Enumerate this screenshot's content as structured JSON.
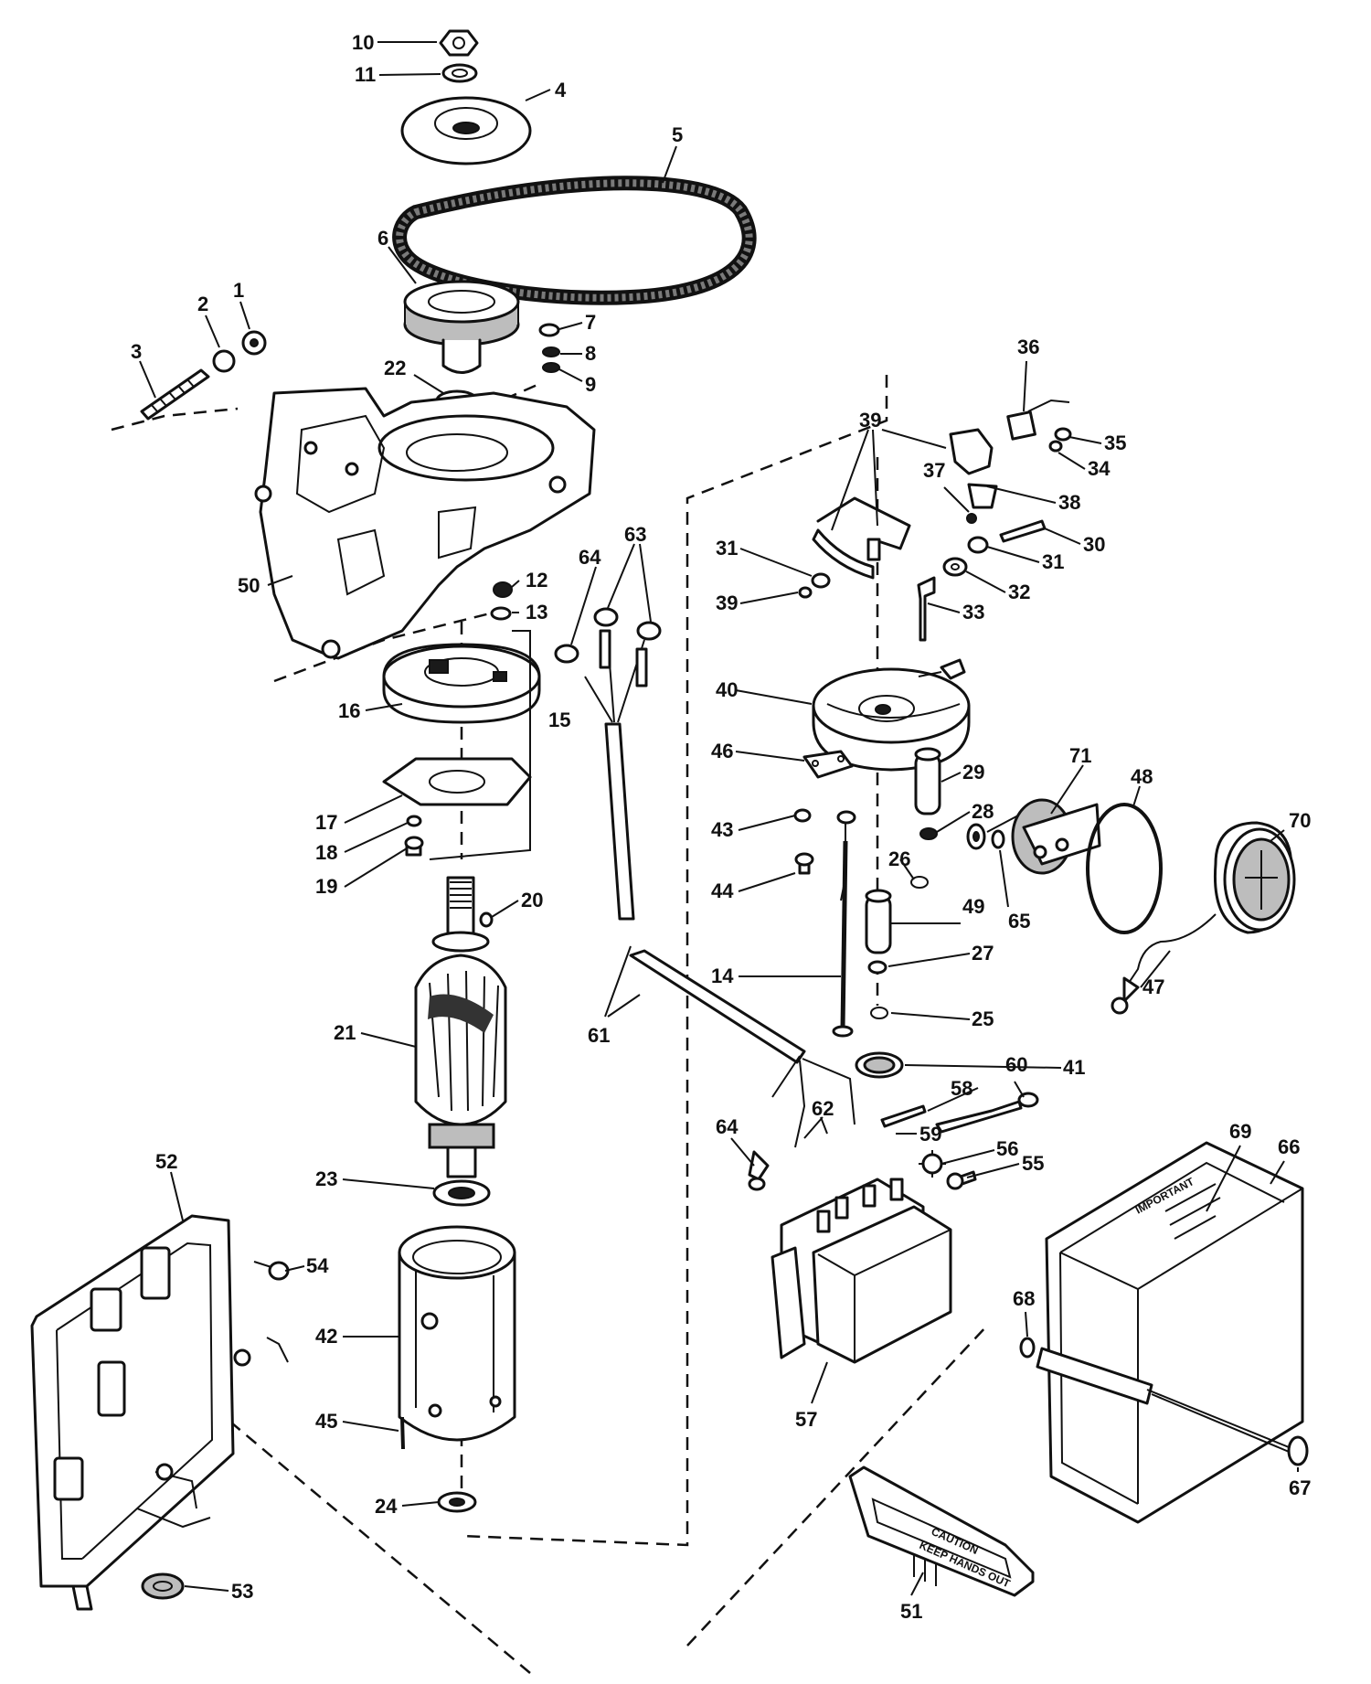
{
  "diagram": {
    "labels": [
      "1",
      "2",
      "3",
      "4",
      "5",
      "6",
      "7",
      "8",
      "9",
      "10",
      "11",
      "12",
      "13",
      "14",
      "15",
      "16",
      "17",
      "18",
      "19",
      "20",
      "21",
      "22",
      "23",
      "24",
      "25",
      "26",
      "27",
      "28",
      "29",
      "30",
      "31",
      "32",
      "33",
      "34",
      "35",
      "36",
      "37",
      "38",
      "39",
      "40",
      "41",
      "42",
      "43",
      "44",
      "45",
      "46",
      "47",
      "48",
      "49",
      "50",
      "51",
      "52",
      "53",
      "54",
      "55",
      "56",
      "57",
      "58",
      "59",
      "60",
      "61",
      "62",
      "63",
      "64",
      "65",
      "66",
      "67",
      "68",
      "69",
      "70",
      "71"
    ],
    "plate_texts": {
      "cover_label": "IMPORTANT",
      "plate_label": "CAUTION",
      "plate_sub": "KEEP HANDS OUT"
    }
  }
}
